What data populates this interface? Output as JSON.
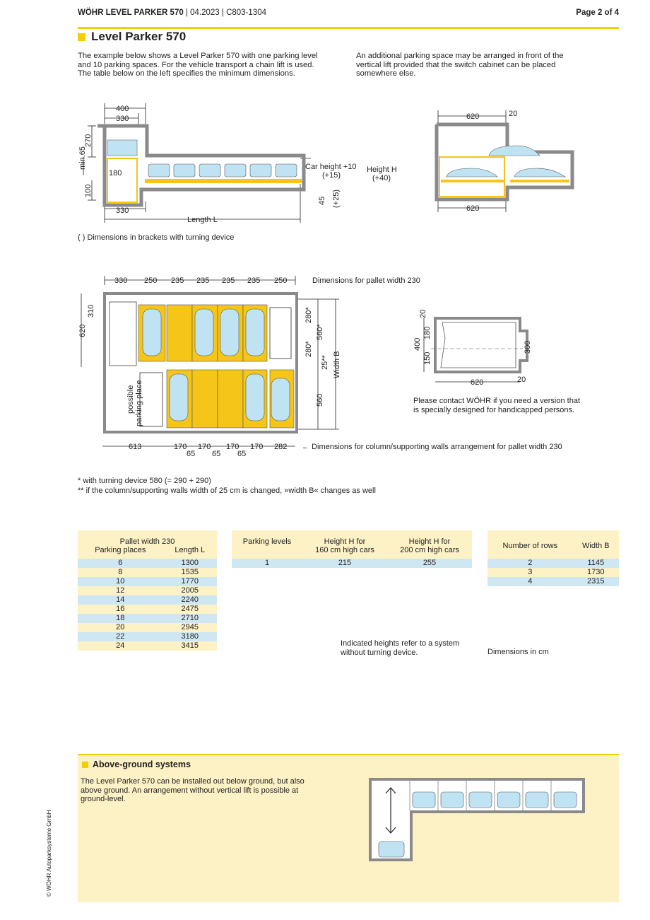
{
  "header": {
    "brand": "WÖHR LEVEL PARKER 570",
    "meta": " | 04.2023 | C803-1304",
    "page": "Page 2 of 4"
  },
  "title": "Level Parker 570",
  "intro_left": "The example below shows a Level Parker 570 with one parking level and 10 parking spaces. For the vehicle transport a chain lift is used. The table below on the left specifies the minimum dimensions.",
  "intro_right": "An additional parking space may be arranged in front of the vertical lift provided that the switch cabinet can be placed somewhere else.",
  "section_dims": {
    "d400": "400",
    "d330": "330",
    "d270": "270",
    "min65": "min.65",
    "d180": "180",
    "d100": "100",
    "d330b": "330",
    "length_l": "Length L",
    "car_height": "Car height +10",
    "car_height_sub": "(+15)",
    "height_h": "Height H",
    "height_h_sub": "(+40)",
    "d45": "45",
    "d45sub": "(+25)",
    "r620a": "620",
    "r20": "20",
    "r620b": "620"
  },
  "bracket_note": "( )  Dimensions in brackets with turning device",
  "plan": {
    "top_dims": [
      "330",
      "250",
      "235",
      "235",
      "235",
      "235",
      "250"
    ],
    "top_note": "Dimensions for pallet width 230",
    "left620": "620",
    "left310": "310",
    "r280a": "280*",
    "r560a": "560*",
    "r280b": "280*",
    "r25": "25**",
    "widthB": "Width B",
    "r560b": "560",
    "possible": "possible",
    "parking_place": "parking place",
    "bottom_dims": [
      "613",
      "170",
      "170",
      "170",
      "170",
      "282"
    ],
    "bottom_sub": [
      "65",
      "65",
      "65"
    ],
    "bottom_note": "Dimensions for column/supporting walls arrangement for pallet width 230"
  },
  "handicap": {
    "d20a": "20",
    "d180": "180",
    "d400": "400",
    "d150": "150",
    "d300": "300",
    "d620": "620",
    "d20b": "20",
    "note": "Please contact WÖHR if you need a version that is specially designed for handicapped persons."
  },
  "footnotes": {
    "star1": "*   with turning device 580 (= 290 + 290)",
    "star2": "** if the column/supporting walls width of 25 cm is changed, »width B« changes as well"
  },
  "table1": {
    "title": "Pallet width 230",
    "col1": "Parking places",
    "col2": "Length L",
    "rows": [
      [
        "6",
        "1300"
      ],
      [
        "8",
        "1535"
      ],
      [
        "10",
        "1770"
      ],
      [
        "12",
        "2005"
      ],
      [
        "14",
        "2240"
      ],
      [
        "16",
        "2475"
      ],
      [
        "18",
        "2710"
      ],
      [
        "20",
        "2945"
      ],
      [
        "22",
        "3180"
      ],
      [
        "24",
        "3415"
      ]
    ]
  },
  "table2": {
    "col1": "Parking levels",
    "col2a": "Height H for",
    "col2b": "160 cm high cars",
    "col3a": "Height H for",
    "col3b": "200 cm high cars",
    "rows": [
      [
        "1",
        "215",
        "255"
      ]
    ]
  },
  "table3": {
    "col1": "Number of rows",
    "col2": "Width B",
    "rows": [
      [
        "2",
        "1145"
      ],
      [
        "3",
        "1730"
      ],
      [
        "4",
        "2315"
      ]
    ]
  },
  "heights_note": "Indicated heights refer to a system without turning device.",
  "dims_note": "Dimensions in cm",
  "above": {
    "title": "Above-ground systems",
    "text": "The Level Parker 570 can be installed out below ground, but also above ground. An arrangement without vertical lift is possible at ground-level."
  },
  "copyright": "© WÖHR Autoparksysteme GmbH",
  "colors": {
    "accent": "#f2cf00",
    "pallet": "#f5c518",
    "car": "#bfe3f2",
    "wall": "#8a8a8a",
    "table_blue": "#cfe6f3",
    "table_yellow": "#fdf1c6"
  }
}
